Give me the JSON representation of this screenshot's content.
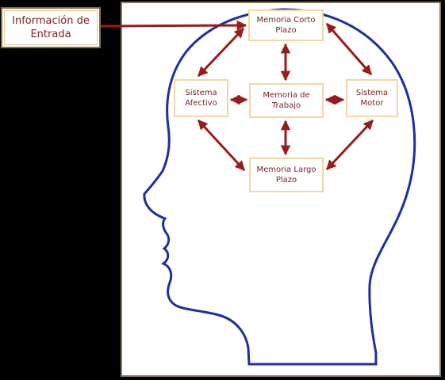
{
  "diagram": {
    "input_label": "Información de\nEntrada",
    "nodes": {
      "short_term_memory": "Memoria Corto\nPlazo",
      "working_memory": "Memoria de\nTrabajo",
      "affective_system": "Sistema\nAfectivo",
      "motor_system": "Sistema\nMotor",
      "long_term_memory": "Memoria Largo\nPlazo"
    }
  },
  "colors": {
    "background": "#000000",
    "panel": "#ffffff",
    "head_outline": "#1f2f9e",
    "arrow": "#9b1b1b",
    "box_border": "#f3d6a6",
    "text": "#7a1e1e"
  }
}
